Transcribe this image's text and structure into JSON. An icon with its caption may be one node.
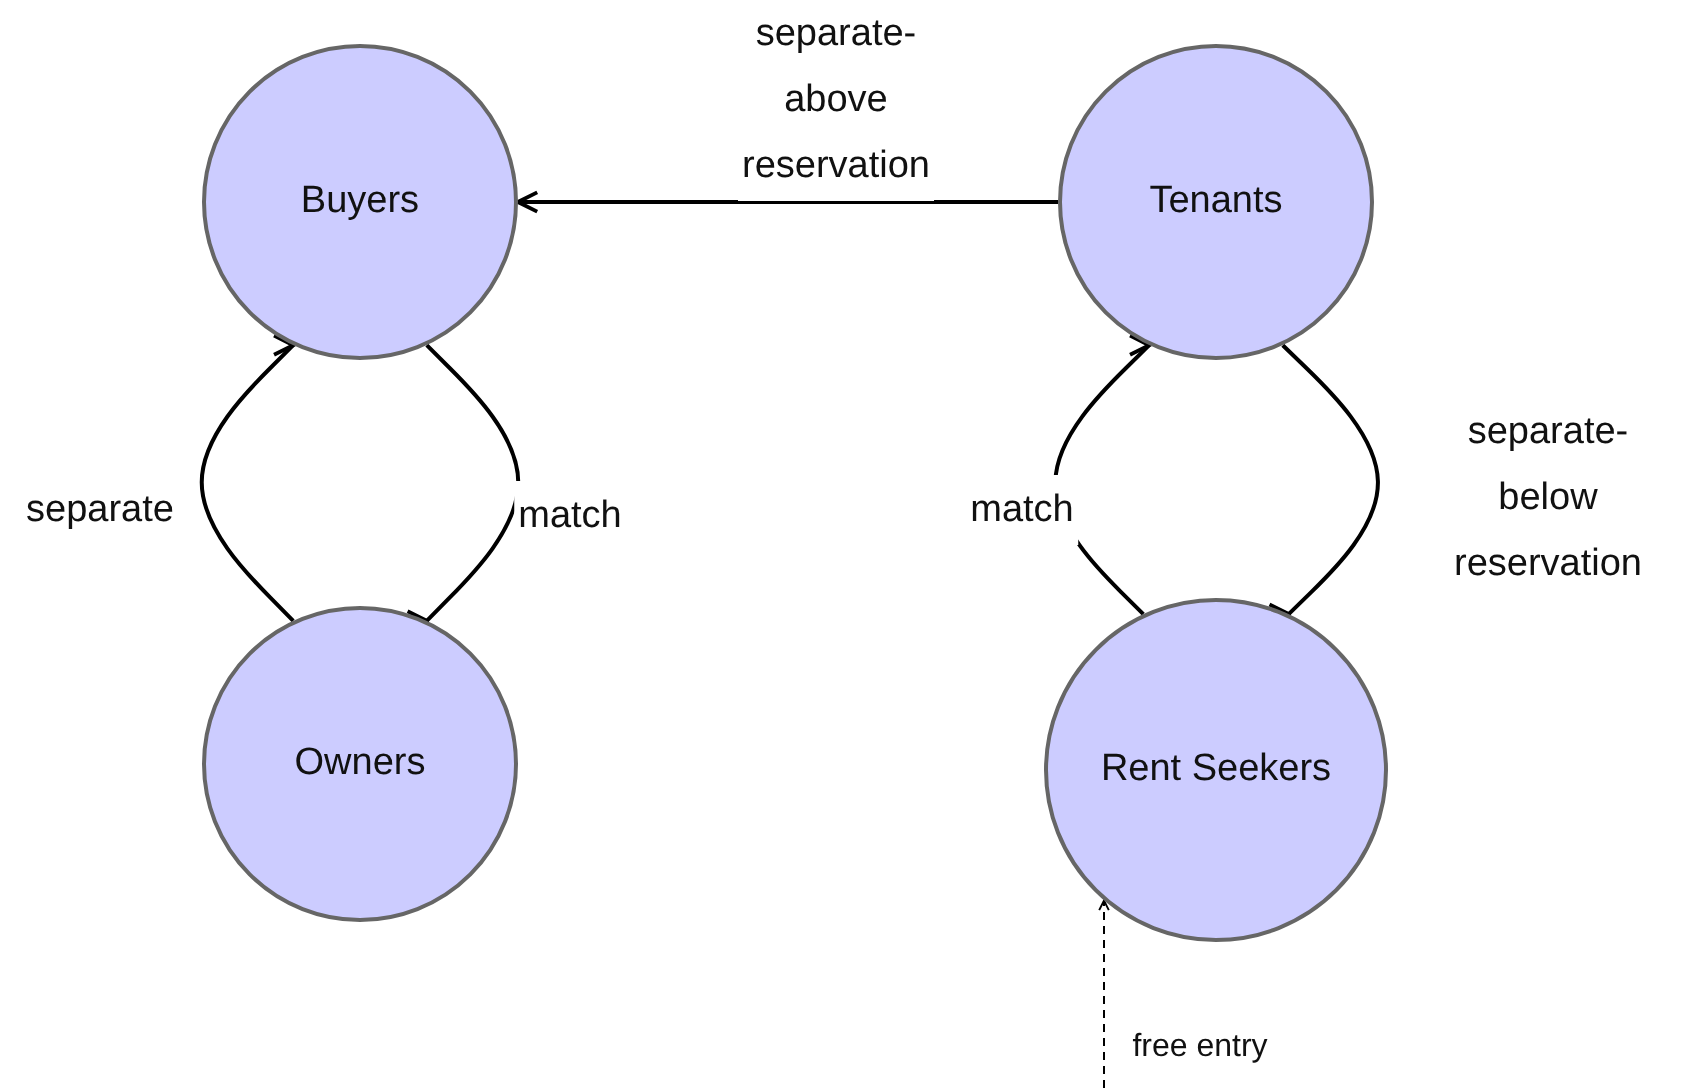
{
  "diagram": {
    "nodes": [
      {
        "text": [
          "Buyers"
        ]
      },
      {
        "text": [
          "Tenants"
        ]
      },
      {
        "text": [
          "Owners"
        ]
      },
      {
        "text": [
          "Rent Seekers"
        ]
      }
    ],
    "edges": [
      {
        "from": 1,
        "to": 0,
        "arrow": "to",
        "label": "separate-above reservation"
      },
      {
        "from": 2,
        "to": 0,
        "arrow": "to",
        "label": "separate"
      },
      {
        "from": 0,
        "to": 2,
        "arrow": "to",
        "label": "match"
      },
      {
        "from": 3,
        "to": 1,
        "arrow": "to",
        "label": "match"
      },
      {
        "from": 1,
        "to": 3,
        "arrow": "to",
        "label": "separate-below reservation"
      },
      {
        "from": null,
        "to": 3,
        "arrow": "to",
        "label": "free entry",
        "style": "dashed"
      }
    ]
  }
}
